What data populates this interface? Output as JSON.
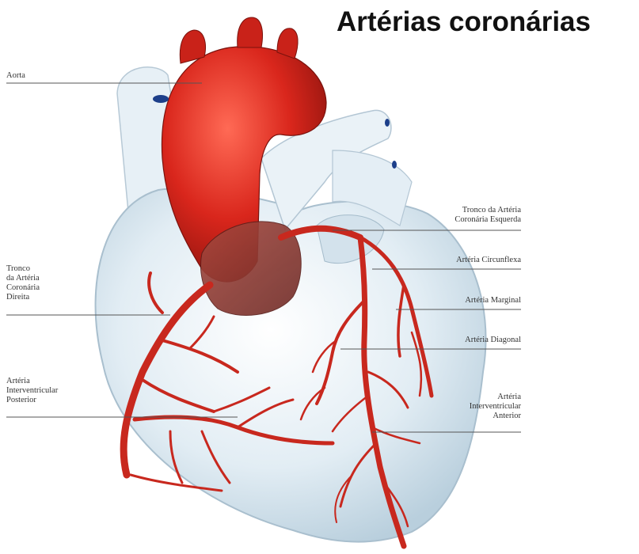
{
  "title": "Artérias coronárias",
  "labels": {
    "aorta": "Aorta",
    "tronco_direita": [
      "Tronco",
      "da Artéria",
      "Coronária",
      "Direita"
    ],
    "interventricular_posterior": [
      "Artéria",
      "Interventricular",
      "Posterior"
    ],
    "tronco_esquerda": [
      "Tronco da Artéria",
      "Coronária Esquerda"
    ],
    "circunflexa": "Artéria Circunflexa",
    "marginal": "Artéria Marginal",
    "diagonal": "Artéria Diagonal",
    "interventricular_anterior": [
      "Artéria",
      "Interventricular",
      "Anterior"
    ]
  },
  "colors": {
    "artery": "#c8281e",
    "aorta": "#d9261c",
    "heart": "#dde9f1"
  }
}
